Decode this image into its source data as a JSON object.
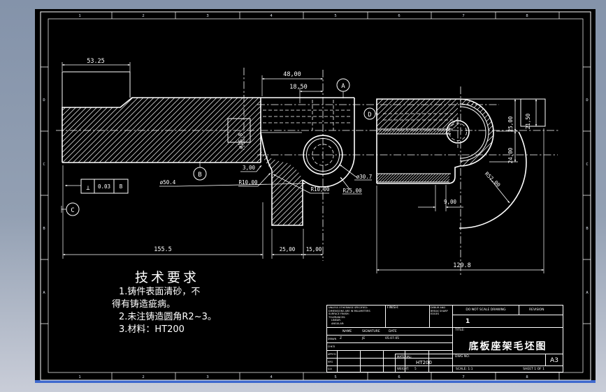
{
  "window": {
    "bg_top": "#8493aa",
    "bg_bottom": "#c9cdd8",
    "canvas_color": "#000000",
    "line_color": "#ffffff",
    "accent_line": "#3e68cd"
  },
  "frame": {
    "cols": [
      "1",
      "2",
      "3",
      "4",
      "5",
      "6",
      "7",
      "8"
    ],
    "rows": [
      "D",
      "C",
      "B",
      "A"
    ]
  },
  "dims": {
    "d53_25": "53.25",
    "d48": "48,00",
    "d18_5": "18,50",
    "d16_8": "ø16.8",
    "d3": "3,00",
    "r10a": "R10,00",
    "r10b": "R10,00",
    "r25": "R25,00",
    "d30_7": "ø30.7",
    "d50_4": "ø50.4",
    "d155_5": "155.5",
    "d25a": "25,00",
    "d15": "15,00",
    "d129_8": "129.8",
    "d25b": "25,00",
    "d21_5": "21,50",
    "d24": "24,00",
    "d9": "9,00",
    "r52": "R52,00"
  },
  "datums": {
    "a": "A",
    "b": "B",
    "c": "C",
    "d": "D"
  },
  "fcf": {
    "symbol": "⊥",
    "tolerance": "0.03",
    "datum": "B"
  },
  "tech": {
    "title": "技术要求",
    "lines": [
      "1.铸件表面清砂，不",
      "得有铸造疵病。",
      "2.未注铸造圆角R2~3。",
      "3.材料：HT200"
    ]
  },
  "tb": {
    "specs": [
      "UNLESS OTHERWISE SPECIFIED:",
      "DIMENSIONS ARE IN MILLIMETERS",
      "SURFACE FINISH:",
      "TOLERANCES:",
      "LINEAR:",
      "ANGULAR:"
    ],
    "finish_label": "FINISH:",
    "debur_note": "DEBUR AND BREAK SHARP EDGES",
    "do_not_scale": "DO NOT SCALE DRAWING",
    "revision_label": "REVISION",
    "revision_value": "1",
    "headers": {
      "name": "NAME",
      "signature": "SIGNATURE",
      "date": "DATE"
    },
    "rows": [
      {
        "label": "DRAWN",
        "name": "Z",
        "sig": "JE",
        "date": "05.07.05"
      },
      {
        "label": "CHK'D",
        "name": "",
        "sig": "",
        "date": ""
      },
      {
        "label": "APPV'D",
        "name": "",
        "sig": "",
        "date": ""
      },
      {
        "label": "MFG",
        "name": "",
        "sig": "",
        "date": ""
      },
      {
        "label": "Q.A",
        "name": "",
        "sig": "",
        "date": ""
      }
    ],
    "material_label": "MATERIAL:",
    "material_value": "HT200",
    "weight_label": "WEIGHT:",
    "weight_value": "5",
    "title_label": "TITLE:",
    "title_value": "底板座架毛坯图",
    "dwg_label": "DWG NO.",
    "sheet_size": "A3",
    "scale_label": "SCALE: 1:1",
    "sheet_label": "SHEET 1 OF 1"
  }
}
